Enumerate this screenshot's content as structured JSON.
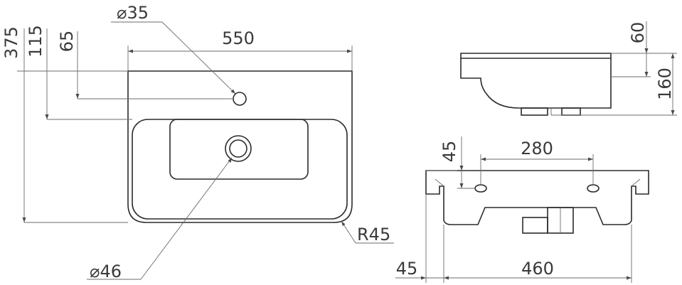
{
  "drawing": {
    "top_view": {
      "width_label": "550",
      "depth_label": "375",
      "faucet_offset_label": "115",
      "hole_offset_label": "65",
      "faucet_hole_label": "⌀35",
      "drain_hole_label": "⌀46",
      "radius_label": "R45"
    },
    "side_view": {
      "rim_label": "60",
      "height_label": "160"
    },
    "front_view": {
      "mount_spacing_label": "280",
      "mount_height_label": "45",
      "bowl_width_label": "460",
      "edge_offset_label": "45"
    }
  }
}
